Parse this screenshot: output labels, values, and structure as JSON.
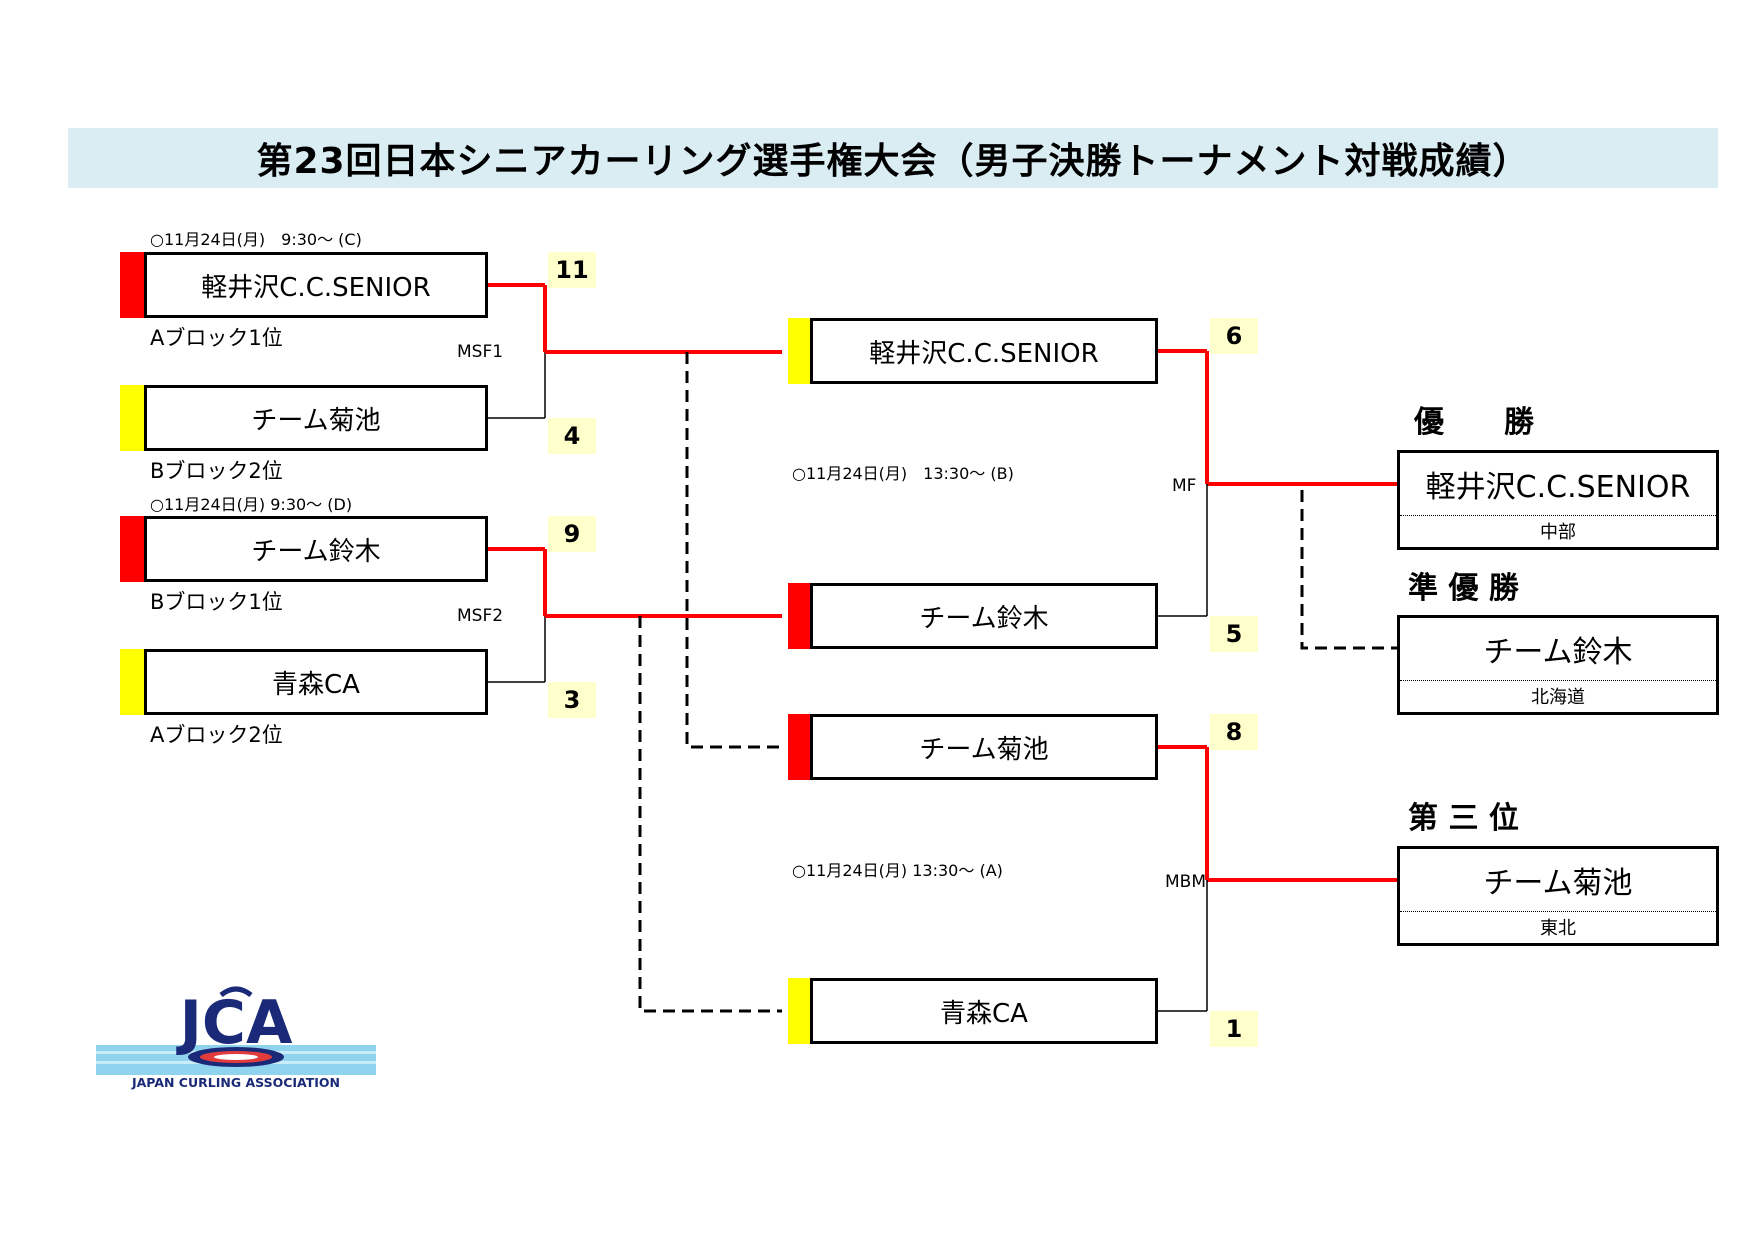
{
  "title": "第23回日本シニアカーリング選手権大会（男子決勝トーナメント対戦成績）",
  "colors": {
    "win_line": "#ff0000",
    "first_place_tag": "#ff0000",
    "second_place_tag": "#ffff00",
    "score_bg": "#ffffcc",
    "title_bg": "#daedf3"
  },
  "semifinals": [
    {
      "game_id": "MSF1",
      "schedule": "○11月24日(月)　9:30～ (C)",
      "teams": [
        {
          "name": "軽井沢C.C.SENIOR",
          "seed": "Aブロック1位",
          "score": "11",
          "tag": "red",
          "winner": true
        },
        {
          "name": "チーム菊池",
          "seed": "Bブロック2位",
          "score": "4",
          "tag": "yellow",
          "winner": false
        }
      ]
    },
    {
      "game_id": "MSF2",
      "schedule": "○11月24日(月) 9:30～ (D)",
      "teams": [
        {
          "name": "チーム鈴木",
          "seed": "Bブロック1位",
          "score": "9",
          "tag": "red",
          "winner": true
        },
        {
          "name": "青森CA",
          "seed": "Aブロック2位",
          "score": "3",
          "tag": "yellow",
          "winner": false
        }
      ]
    }
  ],
  "final": {
    "game_id": "MF",
    "schedule": "○11月24日(月)　13:30～ (B)",
    "teams": [
      {
        "name": "軽井沢C.C.SENIOR",
        "score": "6",
        "tag": "yellow",
        "winner": true
      },
      {
        "name": "チーム鈴木",
        "score": "5",
        "tag": "red",
        "winner": false
      }
    ]
  },
  "bronze": {
    "game_id": "MBM",
    "schedule": "○11月24日(月) 13:30～ (A)",
    "teams": [
      {
        "name": "チーム菊池",
        "score": "8",
        "tag": "red",
        "winner": true
      },
      {
        "name": "青森CA",
        "score": "1",
        "tag": "yellow",
        "winner": false
      }
    ]
  },
  "results": [
    {
      "heading": "優　　勝",
      "team": "軽井沢C.C.SENIOR",
      "region": "中部"
    },
    {
      "heading": "準 優 勝",
      "team": "チーム鈴木",
      "region": "北海道"
    },
    {
      "heading": "第 三 位",
      "team": "チーム菊池",
      "region": "東北"
    }
  ],
  "logo": {
    "acronym": "JCA",
    "caption": "JAPAN CURLING ASSOCIATION"
  }
}
